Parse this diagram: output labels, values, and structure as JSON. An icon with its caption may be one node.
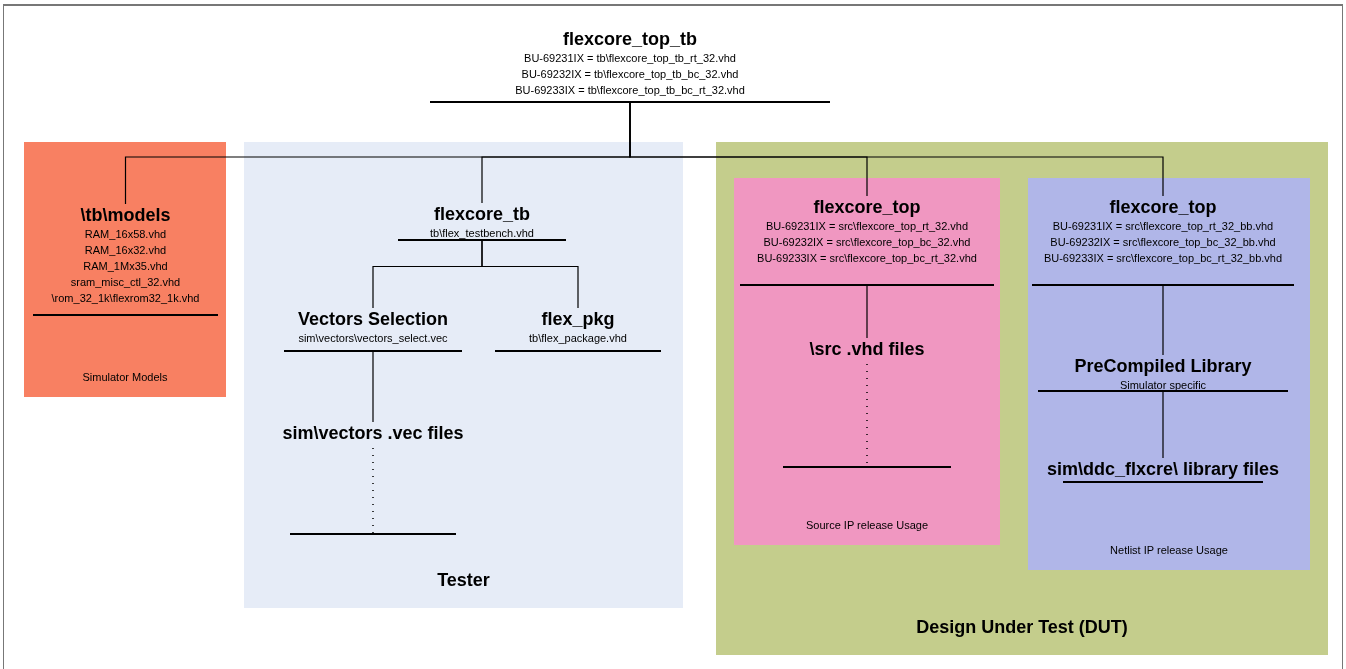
{
  "diagram": {
    "nodes": [
      {
        "text": [
          "flexcore_top_tb",
          "BU-69231IX = tb\\flexcore_top_tb_rt_32.vhd",
          "BU-69232IX = tb\\flexcore_top_tb_bc_32.vhd",
          "BU-69233IX = tb\\flexcore_top_tb_bc_rt_32.vhd"
        ]
      },
      {
        "text": [
          "Simulator Models"
        ]
      },
      {
        "text": [
          "\\tb\\models",
          "RAM_16x58.vhd",
          "RAM_16x32.vhd",
          "RAM_1Mx35.vhd",
          "sram_misc_ctl_32.vhd",
          "\\rom_32_1k\\flexrom32_1k.vhd"
        ],
        "in": 1
      },
      {
        "text": [
          "Tester"
        ]
      },
      {
        "text": [
          "flexcore_tb",
          "tb\\flex_testbench.vhd"
        ],
        "in": 3
      },
      {
        "text": [
          "Vectors Selection",
          "sim\\vectors\\vectors_select.vec"
        ],
        "in": 3
      },
      {
        "text": [
          "flex_pkg",
          "tb\\flex_package.vhd"
        ],
        "in": 3
      },
      {
        "text": [
          "sim\\vectors .vec files"
        ],
        "in": 3
      },
      {
        "text": [],
        "shape": "bar",
        "in": 3
      },
      {
        "text": [
          "Design Under Test (DUT)"
        ]
      },
      {
        "text": [
          "Source IP release Usage"
        ],
        "in": 9
      },
      {
        "text": [
          "flexcore_top",
          "BU-69231IX = src\\flexcore_top_rt_32.vhd",
          "BU-69232IX = src\\flexcore_top_bc_32.vhd",
          "BU-69233IX = src\\flexcore_top_bc_rt_32.vhd"
        ],
        "in": 10
      },
      {
        "text": [
          "\\src .vhd files"
        ],
        "in": 10
      },
      {
        "text": [],
        "shape": "bar",
        "in": 10
      },
      {
        "text": [
          "Netlist IP release Usage"
        ],
        "in": 9
      },
      {
        "text": [
          "flexcore_top",
          "BU-69231IX = src\\flexcore_top_rt_32_bb.vhd",
          "BU-69232IX = src\\flexcore_top_bc_32_bb.vhd",
          "BU-69233IX = src\\flexcore_top_bc_rt_32_bb.vhd"
        ],
        "in": 14
      },
      {
        "text": [
          "PreCompiled Library",
          "Simulator specific"
        ],
        "in": 14
      },
      {
        "text": [
          "sim\\ddc_flxcre\\ library files"
        ],
        "in": 14
      }
    ],
    "edges": [
      {
        "from": 0,
        "to": 2,
        "arrow": "none"
      },
      {
        "from": 0,
        "to": 4,
        "arrow": "none"
      },
      {
        "from": 0,
        "to": 11,
        "arrow": "none"
      },
      {
        "from": 0,
        "to": 15,
        "arrow": "none"
      },
      {
        "from": 4,
        "to": 5,
        "arrow": "none"
      },
      {
        "from": 4,
        "to": 6,
        "arrow": "none"
      },
      {
        "from": 5,
        "to": 7,
        "arrow": "none"
      },
      {
        "from": 7,
        "to": 8,
        "arrow": "none",
        "style": "dashed"
      },
      {
        "from": 11,
        "to": 12,
        "arrow": "none"
      },
      {
        "from": 12,
        "to": 13,
        "arrow": "none",
        "style": "dashed"
      },
      {
        "from": 15,
        "to": 16,
        "arrow": "none"
      },
      {
        "from": 16,
        "to": 17,
        "arrow": "none"
      }
    ]
  }
}
